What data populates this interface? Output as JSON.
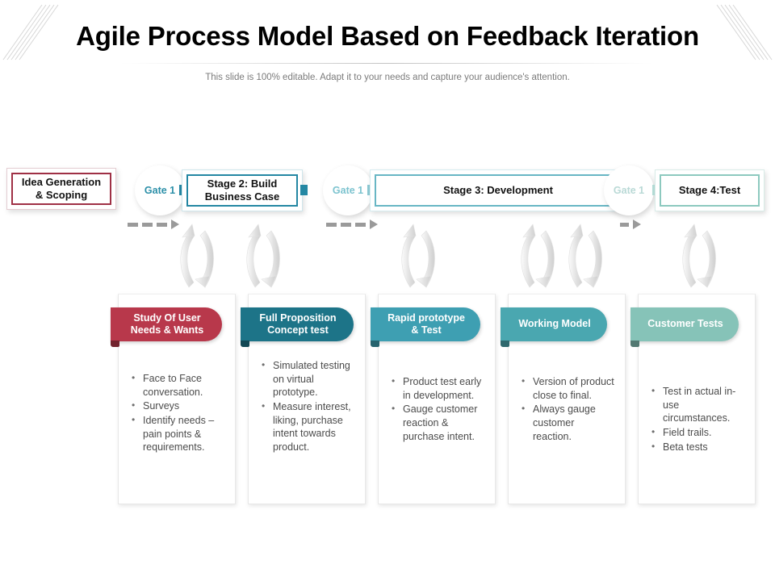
{
  "slide": {
    "title": "Agile Process Model Based on Feedback Iteration",
    "subtitle": "This slide is 100% editable. Adapt it to your needs and capture your audience's attention."
  },
  "colors": {
    "red": "#b8384b",
    "dark_teal": "#1d7488",
    "teal": "#3e9fb2",
    "mid_teal": "#4aa7b0",
    "light_teal": "#86c3b8",
    "maroon_border": "#9f3045",
    "gate_text": "#2b8fa8",
    "arrow_gray": "#9a9a9a"
  },
  "stages": [
    {
      "id": "idea",
      "label": "Idea Generation\n& Scoping",
      "line1": "Idea Generation",
      "line2": "& Scoping",
      "border": "#9f3045"
    },
    {
      "id": "stage-2",
      "label": "Stage 2: Build\nBusiness Case",
      "line1": "Stage 2: Build",
      "line2": "Business Case",
      "border": "#2487a3"
    },
    {
      "id": "stage-3",
      "label": "Stage 3: Development",
      "line1": "Stage 3: Development",
      "line2": "",
      "border": "#68b6c4"
    },
    {
      "id": "stage-4",
      "label": "Stage 4:Test",
      "line1": "Stage 4:Test",
      "line2": "",
      "border": "#8dc9bf"
    }
  ],
  "gates": [
    {
      "id": "gate-1",
      "label": "Gate 1"
    },
    {
      "id": "gate-2",
      "label": "Gate 1"
    },
    {
      "id": "gate-3",
      "label": "Gate 1"
    }
  ],
  "cards": [
    {
      "id": "study-of-user-needs",
      "header_line1": "Study Of User",
      "header_line2": "Needs & Wants",
      "color": "#b8384b",
      "bullets": [
        "Face to Face conversation.",
        "Surveys",
        "Identify needs – pain points & requirements."
      ]
    },
    {
      "id": "full-proposition-concept-test",
      "header_line1": "Full Proposition",
      "header_line2": "Concept test",
      "color": "#1d7488",
      "bullets": [
        "Simulated testing on virtual prototype.",
        "Measure interest, liking, purchase intent towards product."
      ]
    },
    {
      "id": "rapid-prototype-and-test",
      "header_line1": "Rapid prototype",
      "header_line2": "& Test",
      "color": "#3e9fb2",
      "bullets": [
        "Product test early in development.",
        "Gauge customer reaction & purchase intent."
      ]
    },
    {
      "id": "working-model",
      "header_line1": "Working Model",
      "header_line2": "",
      "color": "#4aa7b0",
      "bullets": [
        "Version of product close to final.",
        "Always gauge customer reaction."
      ]
    },
    {
      "id": "customer-tests",
      "header_line1": "Customer Tests",
      "header_line2": "",
      "color": "#86c3b8",
      "bullets": [
        "Test in actual in-use circumstances.",
        "Field trails.",
        "Beta tests"
      ]
    }
  ],
  "icons": {
    "dashed_arrow": "dashed-arrow-icon",
    "feedback_loop": "feedback-loop-arrow-icon",
    "corner_hatch": "corner-hatch-decoration"
  }
}
